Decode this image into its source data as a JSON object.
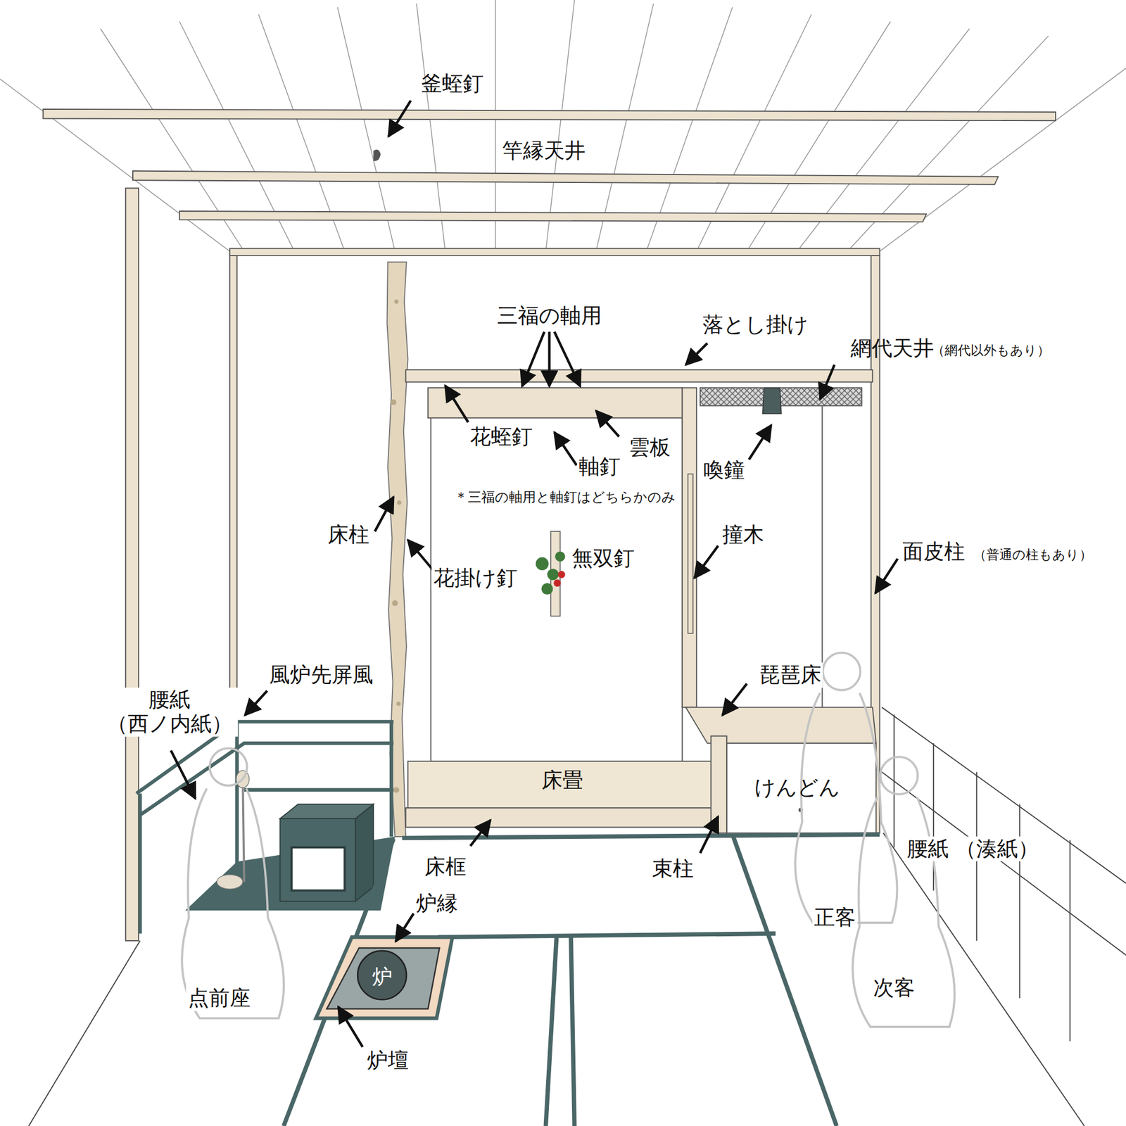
{
  "diagram": {
    "labels": [
      "釜蛭釘",
      "竿縁天井",
      "三福の軸用",
      "落とし掛け",
      "網代天井",
      "（網代以外もあり）",
      "雲板",
      "花蛭釘",
      "軸釘",
      "喚鐘",
      "＊三福の軸用と軸釘はどちらかのみ",
      "床柱",
      "撞木",
      "面皮柱",
      "（普通の柱もあり）",
      "無双釘",
      "花掛け釘",
      "風炉先屏風",
      "琵琶床",
      "腰紙 （西ノ内紙）",
      "床畳",
      "けんどん",
      "腰紙 （湊紙）",
      "床框",
      "束柱",
      "炉縁",
      "正客",
      "炉",
      "次客",
      "点前座",
      "炉壇"
    ]
  }
}
